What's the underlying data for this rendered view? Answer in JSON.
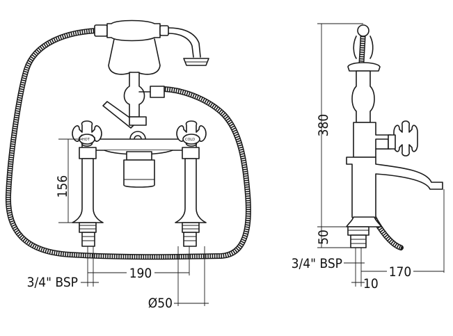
{
  "dimensions": {
    "height_deck": "156",
    "width_centres": "190",
    "inlet_front": "3/4\" BSP",
    "inlet_side": "3/4\" BSP",
    "diameter": "Ø50",
    "height_total": "380",
    "height_base": "50",
    "reach": "170",
    "offset": "10"
  },
  "handle_labels": {
    "hot": "HOT",
    "cold": "COLD"
  }
}
